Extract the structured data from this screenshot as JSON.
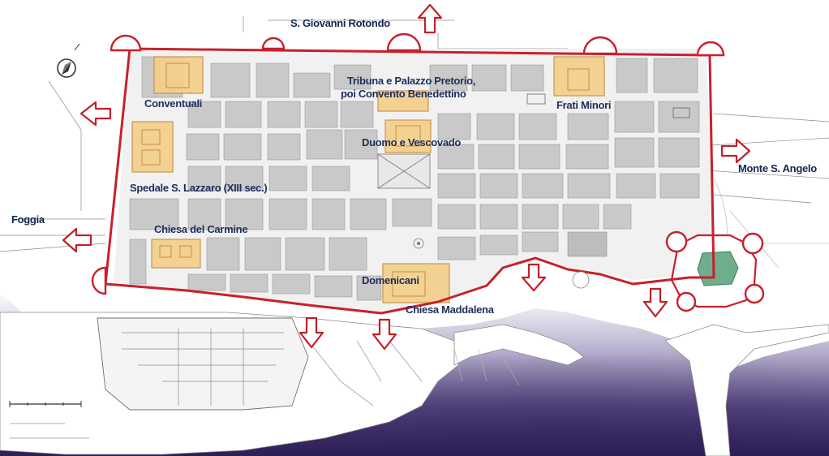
{
  "map": {
    "title_labels": {
      "s_giovanni_rotondo": "S. Giovanni Rotondo",
      "foggia": "Foggia",
      "monte_s_angelo": "Monte S. Angelo"
    },
    "monuments": {
      "conventuali": "Conventuali",
      "tribuna_line1": "Tribuna e Palazzo Pretorio,",
      "tribuna_line2": "poi Convento Benedettino",
      "frati_minori": "Frati Minori",
      "duomo": "Duomo e Vescovado",
      "spedale": "Spedale S. Lazzaro (XIII sec.)",
      "chiesa_carmine": "Chiesa del Carmine",
      "domenicani": "Domenicani",
      "chiesa_maddalena": "Chiesa Maddalena"
    },
    "icons": {
      "compass": "compass-rose-icon",
      "exit_arrow": "arrow-icon"
    },
    "colors": {
      "city_wall": "#c8202c",
      "monument_fill": "#f3cf8b",
      "castle_courtyard": "#6fae8c",
      "sea_dark": "#2c1d55",
      "label_text": "#1d2e5c"
    }
  }
}
